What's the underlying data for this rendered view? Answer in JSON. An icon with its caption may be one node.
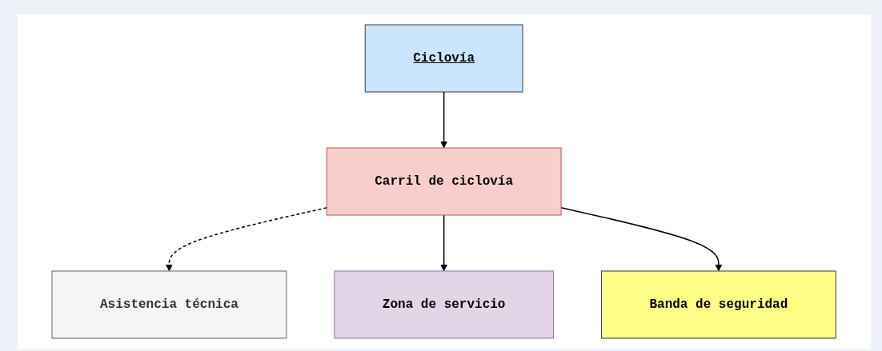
{
  "diagram": {
    "nodes": [
      {
        "text": [
          "Ciclovía"
        ]
      },
      {
        "text": [
          "Carril de ciclovía"
        ]
      },
      {
        "text": [
          "Asistencia técnica"
        ]
      },
      {
        "text": [
          "Zona de servicio"
        ]
      },
      {
        "text": [
          "Banda de seguridad"
        ]
      }
    ],
    "edges": [
      {
        "from": 0,
        "to": 1,
        "arrow": "to"
      },
      {
        "from": 1,
        "to": 2,
        "arrow": "to",
        "style": "dashed"
      },
      {
        "from": 1,
        "to": 3,
        "arrow": "to"
      },
      {
        "from": 1,
        "to": 4,
        "arrow": "to"
      }
    ]
  }
}
